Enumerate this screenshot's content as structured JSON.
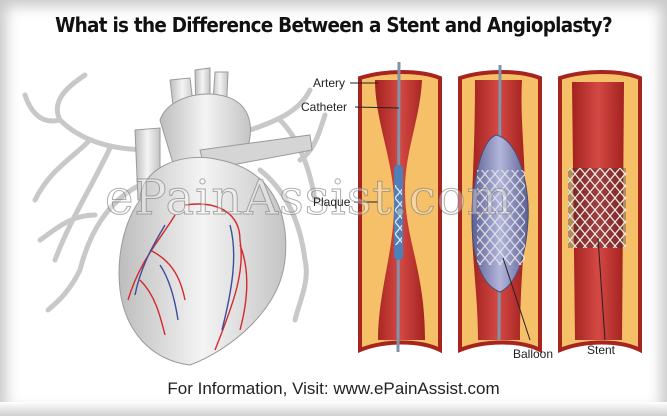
{
  "title": "What is the Difference Between a Stent and Angioplasty?",
  "footer": "For Information, Visit: www.ePainAssist.com",
  "watermark": "ePainAssist.com",
  "labels": {
    "artery": "Artery",
    "catheter": "Catheter",
    "plaque": "Plaque",
    "balloon": "Balloon",
    "stent": "Stent"
  },
  "colors": {
    "artery_wall": "#b8322f",
    "lumen": "#cf4440",
    "plaque": "#f6c069",
    "catheter": "#7a8fa8",
    "balloon": "#7c7fae",
    "heart": "#e9e9e9"
  }
}
